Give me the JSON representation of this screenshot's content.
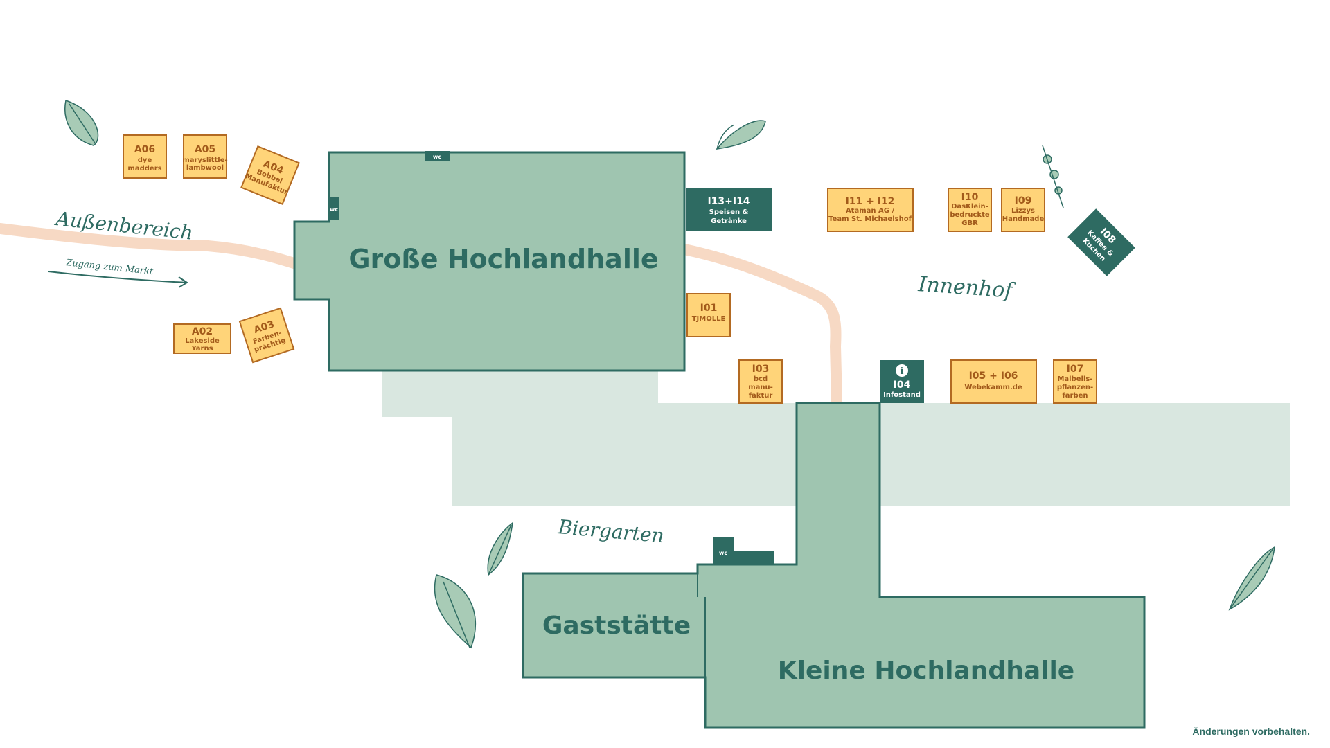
{
  "halls": {
    "grosse": "Große Hochlandhalle",
    "kleine": "Kleine Hochlandhalle",
    "gaststaette": "Gaststätte"
  },
  "areas": {
    "aussenbereich": "Außenbereich",
    "zugang": "Zugang zum Markt",
    "innenhof": "Innenhof",
    "biergarten": "Biergarten"
  },
  "wc_label": "wc",
  "stalls": {
    "a06": {
      "id": "A06",
      "lines": [
        "dye",
        "madders"
      ]
    },
    "a05": {
      "id": "A05",
      "lines": [
        "maryslittle-",
        "lambwool"
      ]
    },
    "a04": {
      "id": "A04",
      "lines": [
        "Bobbel",
        "Manufaktur"
      ]
    },
    "a02": {
      "id": "A02",
      "lines": [
        "Lakeside",
        "Yarns"
      ]
    },
    "a03": {
      "id": "A03",
      "lines": [
        "Farben-",
        "prächtig"
      ]
    },
    "i13": {
      "id": "I13+I14",
      "lines": [
        "Speisen &",
        "Getränke"
      ]
    },
    "i11": {
      "id": "I11 + I12",
      "lines": [
        "Ataman AG /",
        "Team St. Michaelshof"
      ]
    },
    "i10": {
      "id": "I10",
      "lines": [
        "DasKlein-",
        "bedruckte",
        "GBR"
      ]
    },
    "i09": {
      "id": "I09",
      "lines": [
        "Lizzys",
        "Handmade"
      ]
    },
    "i08": {
      "id": "I08",
      "lines": [
        "Kaffee &",
        "Kuchen"
      ]
    },
    "i01": {
      "id": "I01",
      "lines": [
        "TJMOLLE"
      ]
    },
    "i03": {
      "id": "I03",
      "lines": [
        "bcd",
        "manu-",
        "faktur"
      ]
    },
    "i04": {
      "id": "I04",
      "lines": [
        "Infostand"
      ]
    },
    "i05": {
      "id": "I05 + I06",
      "lines": [
        "Webekamm.de"
      ]
    },
    "i07": {
      "id": "I07",
      "lines": [
        "Malbells-",
        "pflanzen-",
        "farben"
      ]
    }
  },
  "info_icon": "info-icon",
  "note": "Änderungen vorbehalten.",
  "colors": {
    "hall_fill": "#9fc5b0",
    "hall_stroke": "#2e6b62",
    "light_area": "#d9e7e0",
    "stall_fill": "#ffd479",
    "stall_stroke": "#b36a22",
    "dark_stall": "#2e6b62",
    "path": "#f7d9c4",
    "leaf": "#a8cbb6"
  }
}
